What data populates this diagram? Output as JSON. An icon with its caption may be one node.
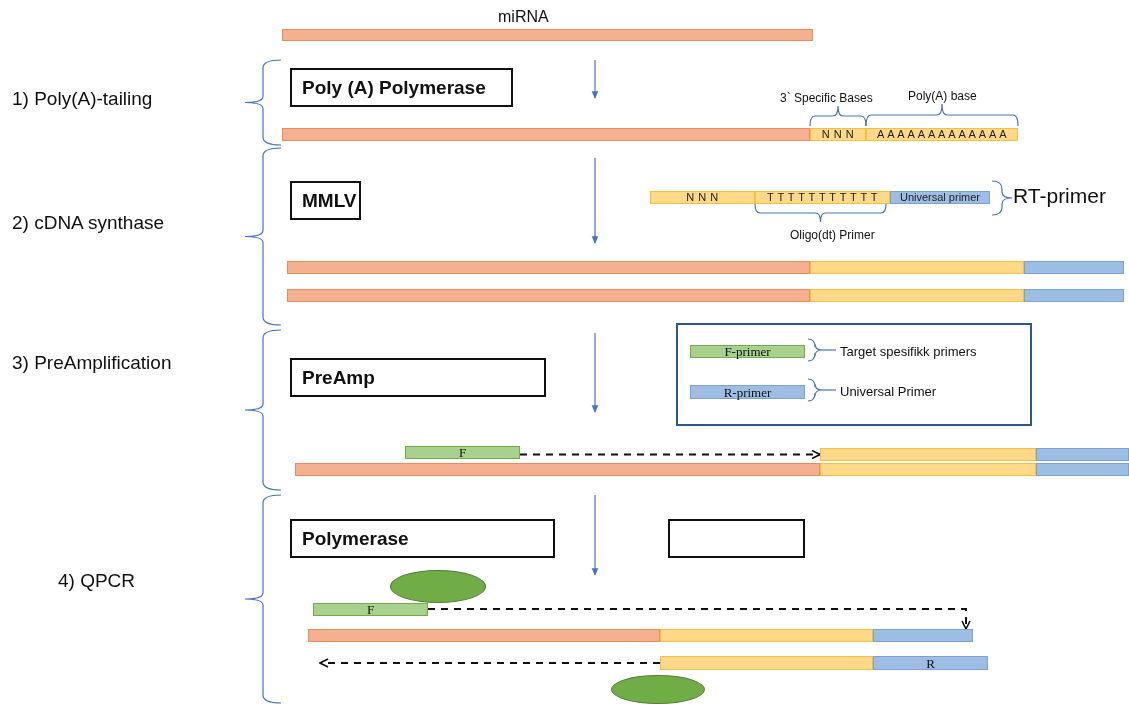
{
  "diagram": {
    "nodes": [
      {
        "text": [
          "Poly (A) Polymerase"
        ]
      },
      {
        "text": [
          "MMLV"
        ]
      },
      {
        "text": [
          "PreAmp"
        ]
      },
      {
        "text": [
          "Polymerase"
        ]
      },
      {
        "text": [],
        "shape": "box"
      },
      {
        "text": [
          "N N N"
        ]
      },
      {
        "text": [
          "A A A A A A A A A A A A A"
        ]
      },
      {
        "text": [
          "N N N"
        ]
      },
      {
        "text": [
          "T T T T T T T T T T T"
        ]
      },
      {
        "text": [
          "Universal primer"
        ]
      },
      {
        "text": [],
        "shape": "box"
      },
      {
        "text": [
          "F-primer"
        ],
        "in": 10,
        "beside": [
          "Target spesifikk primers"
        ]
      },
      {
        "text": [
          "R-primer"
        ],
        "in": 10,
        "beside": [
          "Universal Primer"
        ]
      },
      {
        "text": [
          "F"
        ]
      },
      {
        "text": [],
        "shape": "circle"
      },
      {
        "text": [
          "F"
        ]
      },
      {
        "text": [
          "R"
        ]
      },
      {
        "text": [],
        "shape": "bar"
      },
      {
        "text": [],
        "shape": "circle"
      },
      {
        "text": [],
        "shape": "bar"
      },
      {
        "text": [],
        "shape": "bar"
      },
      {
        "text": [],
        "shape": "bar"
      },
      {
        "text": [],
        "shape": "bar"
      },
      {
        "text": [],
        "shape": "bar"
      },
      {
        "text": [],
        "shape": "bar"
      },
      {
        "text": [],
        "shape": "bar"
      },
      {
        "text": [],
        "shape": "bar"
      },
      {
        "text": [],
        "shape": "bar"
      },
      {
        "text": [],
        "shape": "bar"
      }
    ],
    "edges": [
      {
        "from": 13,
        "to": 23,
        "arrow": "to",
        "style": "dashed"
      },
      {
        "from": 15,
        "to": 28,
        "arrow": "to",
        "style": "dashed"
      },
      {
        "from": 17,
        "to": null,
        "arrow": "to",
        "style": "dashed"
      }
    ],
    "labels": [
      "miRNA",
      "1) Poly(A)-tailing",
      "3` Specific Bases",
      "Poly(A) base",
      "2) cDNA synthase",
      "RT-primer",
      "Oligo(dt) Primer",
      "3) PreAmplification",
      "4) QPCR"
    ]
  }
}
